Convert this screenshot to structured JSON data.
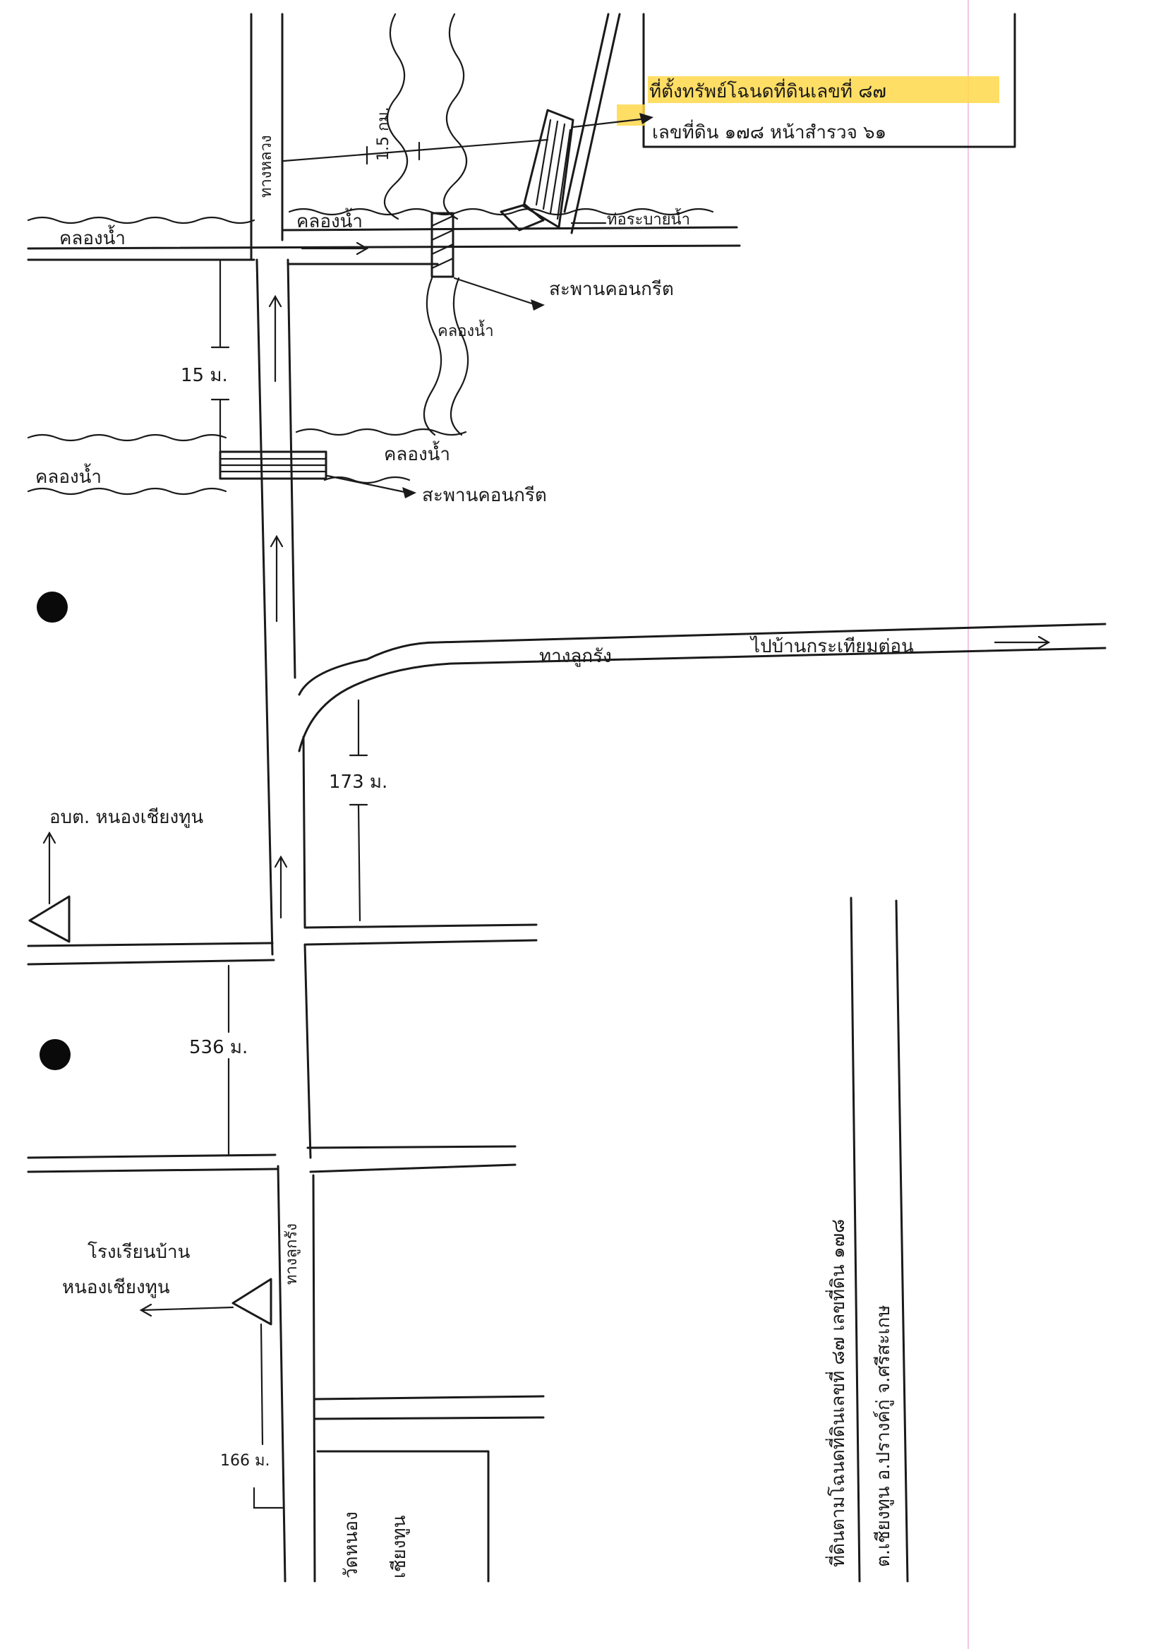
{
  "site": {
    "line1_a": "ที่ตั้งทรัพย์โฉนดที่ดินเลขที่",
    "line1_b": "๘๗",
    "line2_a": "เลขที่ดิน ๑๗๘ หน้าสำรวจ",
    "line2_b": "๖๑"
  },
  "roads": {
    "main_road_top": "ทางหลวง",
    "main_road_bottom": "ทางลูกรัง",
    "east_road": "ทางลูกรัง",
    "east_road_destination": "ไปบ้านกระเทียมต่อน"
  },
  "water": {
    "canal_top_left": "คลองน้ำ",
    "canal_top_right": "คลองน้ำ",
    "canal_mid_left": "คลองน้ำ",
    "canal_mid_right": "คลองน้ำ",
    "stream": "คลองน้ำ",
    "water_pipe": "ท่อระบายน้ำ"
  },
  "bridges": {
    "bridge_top": "สะพานคอนกรีต",
    "bridge_mid": "สะพานคอนกรีต"
  },
  "distances": {
    "d_site": "1.5 กม.",
    "d_bridge": "15 ม.",
    "d_junction": "173 ม.",
    "d_cross": "536 ม.",
    "d_school": "166 ม."
  },
  "landmarks": {
    "health_center": "อบต. หนองเชียงทูน",
    "school_line1": "โรงเรียนบ้าน",
    "school_line2": "หนองเชียงทูน",
    "temple_line1": "วัดหนอง",
    "temple_line2": "เชียงทูน"
  },
  "footer_note": {
    "line1": "ที่ดินตามโฉนดที่ดินเลขที่ ๘๗ เลขที่ดิน ๑๗๘",
    "line2": "ต.เชียงทูน อ.ปรางค์กู่ จ.ศรีสะเกษ"
  },
  "colors": {
    "ink": "#1a1a1a",
    "highlight": "#ffd84a",
    "binder_margin": "#f3c6e6"
  }
}
